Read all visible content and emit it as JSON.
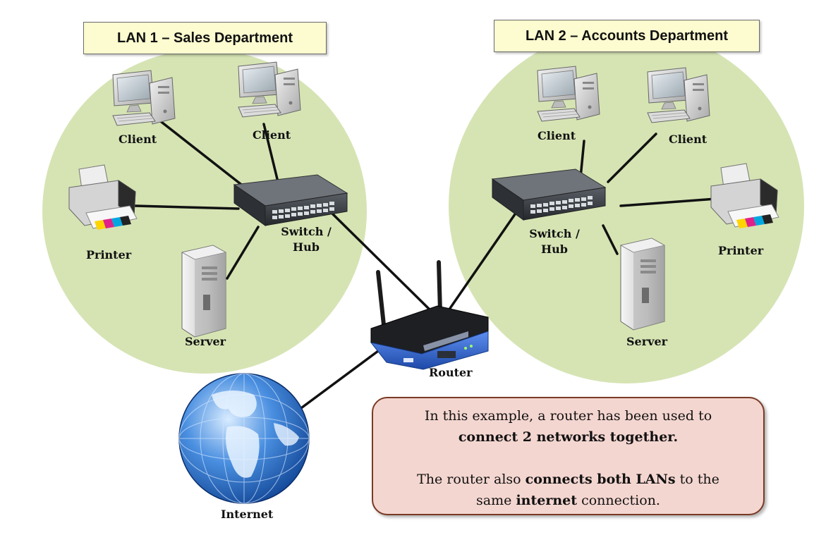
{
  "lan1": {
    "title": "LAN 1 – Sales Department",
    "client_label_1": "Client",
    "client_label_2": "Client",
    "printer_label": "Printer",
    "server_label": "Server",
    "switch_label_line1": "Switch /",
    "switch_label_line2": "Hub"
  },
  "lan2": {
    "title": "LAN 2 – Accounts Department",
    "client_label_1": "Client",
    "client_label_2": "Client",
    "printer_label": "Printer",
    "server_label": "Server",
    "switch_label_line1": "Switch /",
    "switch_label_line2": "Hub"
  },
  "router_label": "Router",
  "internet_label": "Internet",
  "callout": {
    "line1": "In this example, a router has been used to",
    "line2_bold": "connect 2 networks together.",
    "line3_pre": "The router also ",
    "line3_bold": "connects both LANs",
    "line3_post": " to the",
    "line4_pre": "same ",
    "line4_bold": "internet",
    "line4_post": " connection."
  },
  "colors": {
    "lan_circle": "#d6e4b4",
    "title_box": "#fdfcd0",
    "callout_fill": "#f4d6d0",
    "callout_border": "#7a3a25",
    "router_blue": "#3b6fd6",
    "globe_blue": "#2b6fc7"
  }
}
